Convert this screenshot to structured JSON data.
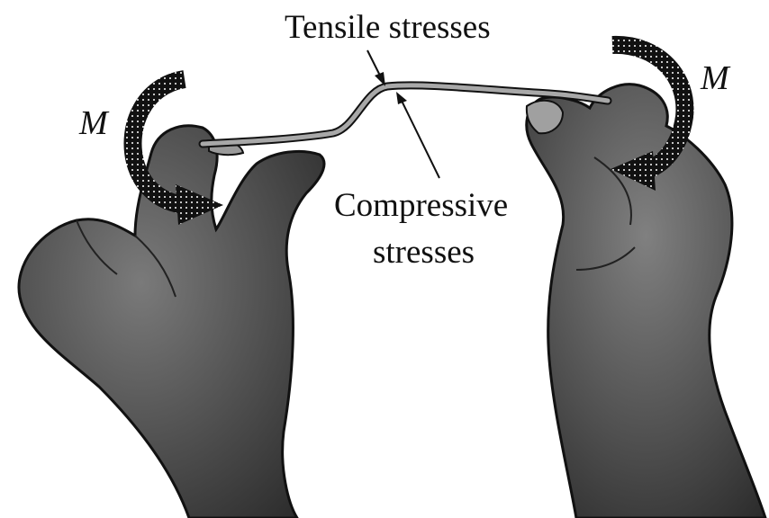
{
  "labels": {
    "tensile": "Tensile stresses",
    "compressive_line1": "Compressive",
    "compressive_line2": "stresses",
    "moment_left": "M",
    "moment_right": "M"
  },
  "colors": {
    "skin_dark": "#3a3a3a",
    "skin_mid": "#5a5a5a",
    "skin_light": "#8a8a8a",
    "outline": "#111111",
    "strip": "#9a9a9a",
    "arrow": "#111111"
  },
  "icons": {
    "left_moment": "curved-arrow-clockwise-icon",
    "right_moment": "curved-arrow-counterclockwise-icon"
  }
}
